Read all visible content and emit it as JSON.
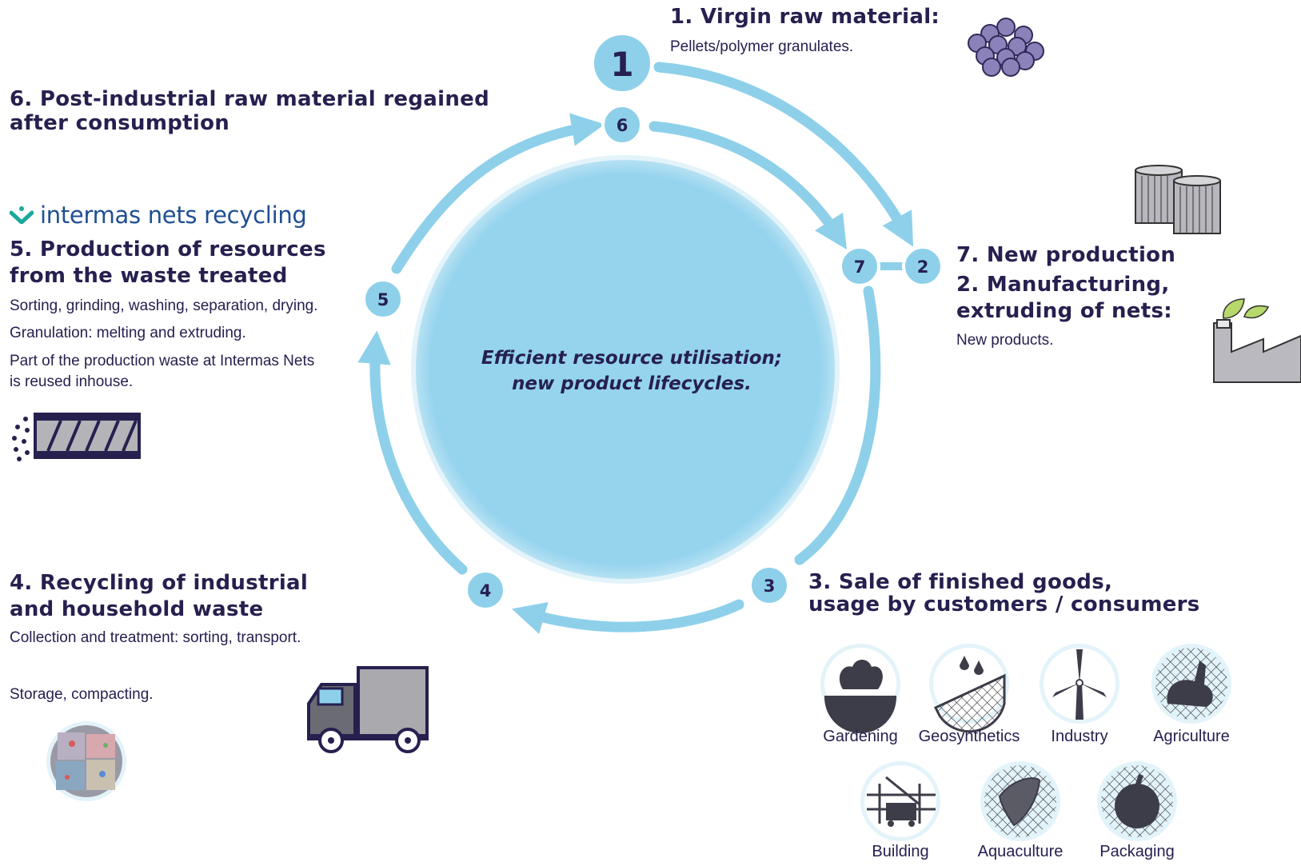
{
  "steps": {
    "s1": {
      "number": "1",
      "title": "1. Virgin raw material:",
      "desc": "Pellets/polymer granulates."
    },
    "s2": {
      "number": "2",
      "title": "2. Manufacturing,\nextruding of nets:",
      "desc": "New products."
    },
    "s3": {
      "number": "3",
      "title": "3. Sale of finished goods,\nusage by customers / consumers"
    },
    "s4": {
      "number": "4",
      "title": "4. Recycling of industrial\nand household waste",
      "desc1": "Collection and treatment: sorting, transport.",
      "desc2": "Storage, compacting."
    },
    "s5": {
      "number": "5",
      "title": "5. Production of resources\nfrom the waste treated",
      "desc1": "Sorting, grinding, washing, separation, drying.",
      "desc2": "Granulation: melting and extruding.",
      "desc3": "Part of the production waste at Intermas Nets\nis reused inhouse."
    },
    "s6": {
      "number": "6",
      "title": "6. Post-industrial raw material regained\nafter consumption"
    },
    "s7": {
      "number": "7",
      "title": "7. New production"
    }
  },
  "center": {
    "caption": "Efficient resource utilisation;\nnew product lifecycles."
  },
  "logo": {
    "text": "intermas nets recycling"
  },
  "applications": [
    {
      "label": "Gardening",
      "icon": "cabbage-icon"
    },
    {
      "label": "Geosynthetics",
      "icon": "water-drops-icon"
    },
    {
      "label": "Industry",
      "icon": "wind-turbine-icon"
    },
    {
      "label": "Agriculture",
      "icon": "rabbit-net-icon"
    },
    {
      "label": "Building",
      "icon": "crane-icon"
    },
    {
      "label": "Aquaculture",
      "icon": "fish-net-icon"
    },
    {
      "label": "Packaging",
      "icon": "fruit-net-icon"
    }
  ],
  "colors": {
    "accent": "#8ed0ea",
    "circle": "#96d4ee",
    "text": "#26204f",
    "icon": "#3d3d4a",
    "logo": "#1f4f93",
    "logo_mark": "#1aa89a"
  }
}
